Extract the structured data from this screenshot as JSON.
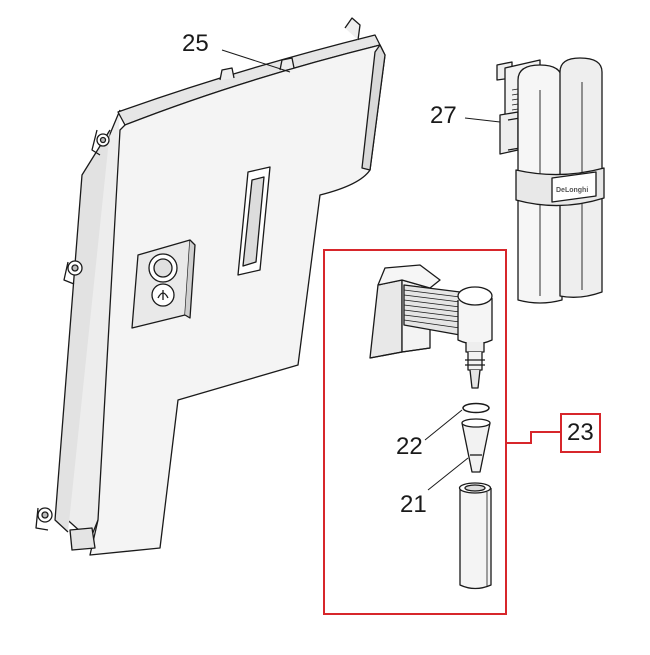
{
  "labels": {
    "part_25": "25",
    "part_27": "27",
    "part_22": "22",
    "part_21": "21",
    "part_23": "23"
  },
  "brand_text": "DeLonghi",
  "colors": {
    "line": "#1a1a1a",
    "fill": "#f1f1f1",
    "shade": "#d9d9d9",
    "highlight": "#d7262b"
  }
}
